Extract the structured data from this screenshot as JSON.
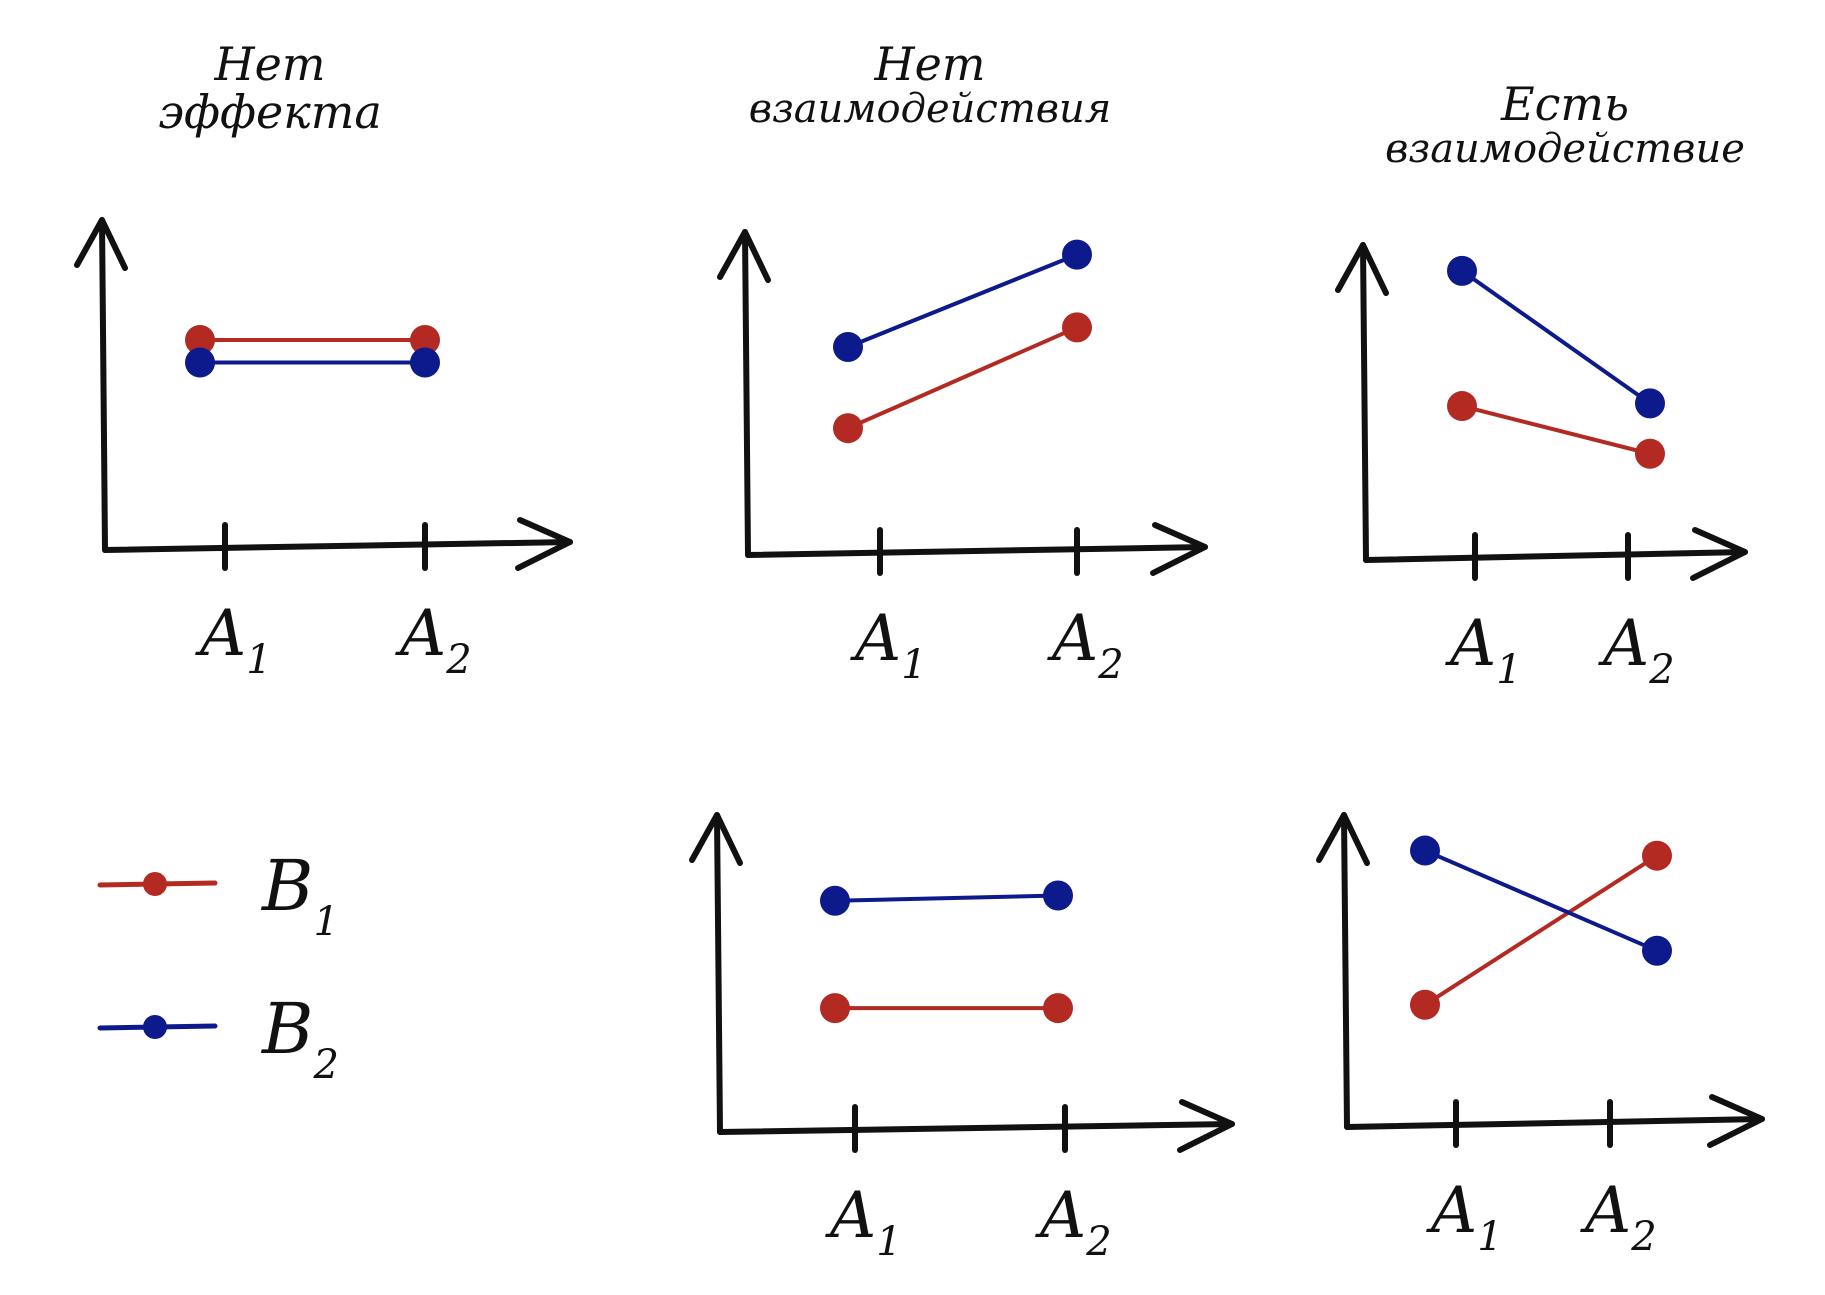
{
  "titles": {
    "col1": {
      "line1": "Нет",
      "line2": "эффекта"
    },
    "col2": {
      "line1": "Нет",
      "line2": "взаимодействия"
    },
    "col3": {
      "line1": "Есть",
      "line2": "взаимодействие"
    }
  },
  "colors": {
    "B1": "#b32a22",
    "B2": "#0d1a8c",
    "axis": "#111111"
  },
  "legend": [
    {
      "series": "B1",
      "label": "B",
      "sub": "1"
    },
    {
      "series": "B2",
      "label": "B",
      "sub": "2"
    }
  ],
  "chart_data": [
    {
      "type": "line",
      "id": "no-effect",
      "categories": [
        {
          "label": "A",
          "sub": "1"
        },
        {
          "label": "A",
          "sub": "2"
        }
      ],
      "ylim": [
        0,
        10
      ],
      "grid": false,
      "series": [
        {
          "name": "B1",
          "values": [
            6.8,
            6.8
          ]
        },
        {
          "name": "B2",
          "values": [
            5.9,
            5.9
          ]
        }
      ]
    },
    {
      "type": "line",
      "id": "no-interaction-top",
      "categories": [
        {
          "label": "A",
          "sub": "1"
        },
        {
          "label": "A",
          "sub": "2"
        }
      ],
      "ylim": [
        0,
        10
      ],
      "grid": false,
      "series": [
        {
          "name": "B1",
          "values": [
            3.1,
            6.7
          ]
        },
        {
          "name": "B2",
          "values": [
            6.0,
            9.3
          ]
        }
      ]
    },
    {
      "type": "line",
      "id": "interaction-top",
      "categories": [
        {
          "label": "A",
          "sub": "1"
        },
        {
          "label": "A",
          "sub": "2"
        }
      ],
      "ylim": [
        0,
        10
      ],
      "grid": false,
      "series": [
        {
          "name": "B1",
          "values": [
            4.3,
            2.5
          ]
        },
        {
          "name": "B2",
          "values": [
            9.4,
            4.4
          ]
        }
      ]
    },
    {
      "type": "line",
      "id": "no-interaction-bottom",
      "categories": [
        {
          "label": "A",
          "sub": "1"
        },
        {
          "label": "A",
          "sub": "2"
        }
      ],
      "ylim": [
        0,
        10
      ],
      "grid": false,
      "series": [
        {
          "name": "B1",
          "values": [
            3.2,
            3.2
          ]
        },
        {
          "name": "B2",
          "values": [
            7.3,
            7.5
          ]
        }
      ]
    },
    {
      "type": "line",
      "id": "interaction-bottom",
      "categories": [
        {
          "label": "A",
          "sub": "1"
        },
        {
          "label": "A",
          "sub": "2"
        }
      ],
      "ylim": [
        0,
        10
      ],
      "grid": false,
      "series": [
        {
          "name": "B1",
          "values": [
            3.2,
            9.0
          ]
        },
        {
          "name": "B2",
          "values": [
            9.2,
            5.3
          ]
        }
      ]
    }
  ]
}
